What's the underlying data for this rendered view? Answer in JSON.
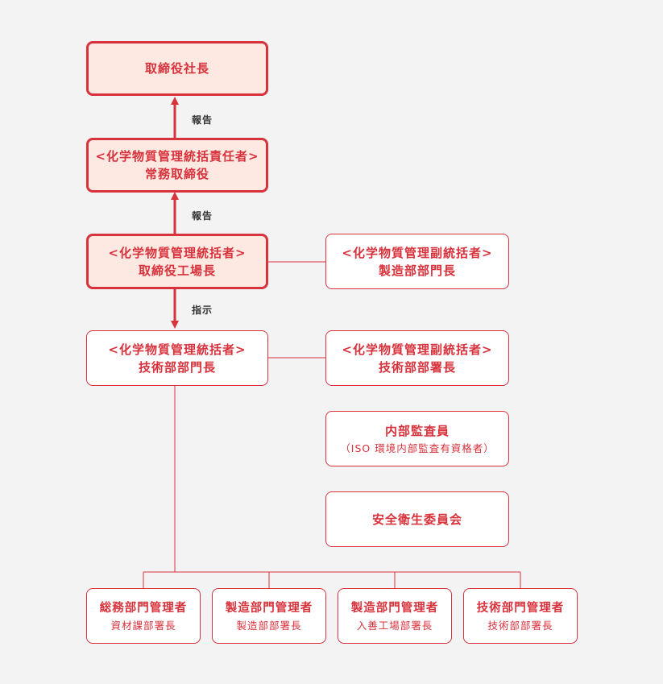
{
  "colors": {
    "accent": "#d8323c",
    "highlight_fill": "#fde9e2",
    "background": "#f3f3f3"
  },
  "nodes": {
    "president": {
      "line1": "取締役社長"
    },
    "chem_manager": {
      "line1": "<化学物質管理統括責任者>",
      "line2": "常務取締役"
    },
    "supervisor_factory": {
      "line1": "<化学物質管理統括者>",
      "line2": "取締役工場長"
    },
    "deputy_manufacturing": {
      "line1": "<化学物質管理副統括者>",
      "line2": "製造部部門長"
    },
    "supervisor_tech": {
      "line1": "<化学物質管理統括者>",
      "line2": "技術部部門長"
    },
    "deputy_tech": {
      "line1": "<化学物質管理副統括者>",
      "line2": "技術部部署長"
    },
    "internal_auditor": {
      "line1": "内部監査員",
      "sub": "（ISO 環境内部監査有資格者）"
    },
    "safety_committee": {
      "line1": "安全衛生委員会"
    },
    "managers": [
      {
        "line1": "総務部門管理者",
        "sub": "資材課部署長"
      },
      {
        "line1": "製造部門管理者",
        "sub": "製造部部署長"
      },
      {
        "line1": "製造部門管理者",
        "sub": "入善工場部署長"
      },
      {
        "line1": "技術部門管理者",
        "sub": "技術部部署長"
      }
    ]
  },
  "edges": {
    "report_1": "報告",
    "report_2": "報告",
    "instruct": "指示"
  }
}
